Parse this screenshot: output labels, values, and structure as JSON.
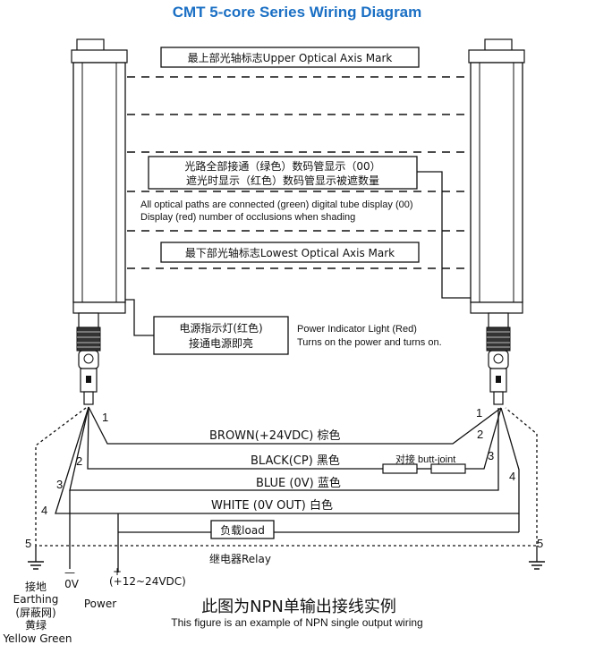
{
  "title": "CMT 5-core Series Wiring Diagram",
  "boxes": {
    "upper_mark": "最上部光轴标志Upper Optical Axis Mark",
    "status_cn_line1": "光路全部接通（绿色）数码管显示（00）",
    "status_cn_line2": "遮光时显示（红色）数码管显示被遮数量",
    "lowest_mark": "最下部光轴标志Lowest Optical Axis Mark",
    "power_cn_line1": "电源指示灯(红色)",
    "power_cn_line2": "接通电源即亮"
  },
  "notes": {
    "status_en_line1": "All optical paths are connected (green) digital tube display (00)",
    "status_en_line2": "Display (red) number of occlusions when shading",
    "power_en_line1": "Power Indicator Light (Red)",
    "power_en_line2": "Turns on the power and turns on."
  },
  "wires": {
    "brown": "BROWN(+24VDC)  棕色",
    "black": "BLACK(CP)  黑色",
    "butt_joint": "对接 butt-joint",
    "blue": "BLUE (0V)  蓝色",
    "white": "WHITE (0V  OUT)  白色",
    "load": "负载load",
    "relay": "继电器Relay"
  },
  "wire_numbers": [
    "1",
    "2",
    "3",
    "4",
    "5"
  ],
  "terminals": {
    "ground_cn": "接地",
    "ground_en": "Earthing",
    "shield_cn": "(屏蔽网)",
    "yellow_green_cn": "黄绿",
    "yellow_green_en": "Yellow Green",
    "zero_v": "0V",
    "zero_v_symbol": "—",
    "plus_symbol": "+",
    "supply": "(+12~24VDC)",
    "power": "Power"
  },
  "caption": {
    "cn": "此图为NPN单输出接线实例",
    "en": "This figure is an example of NPN single output wiring"
  }
}
